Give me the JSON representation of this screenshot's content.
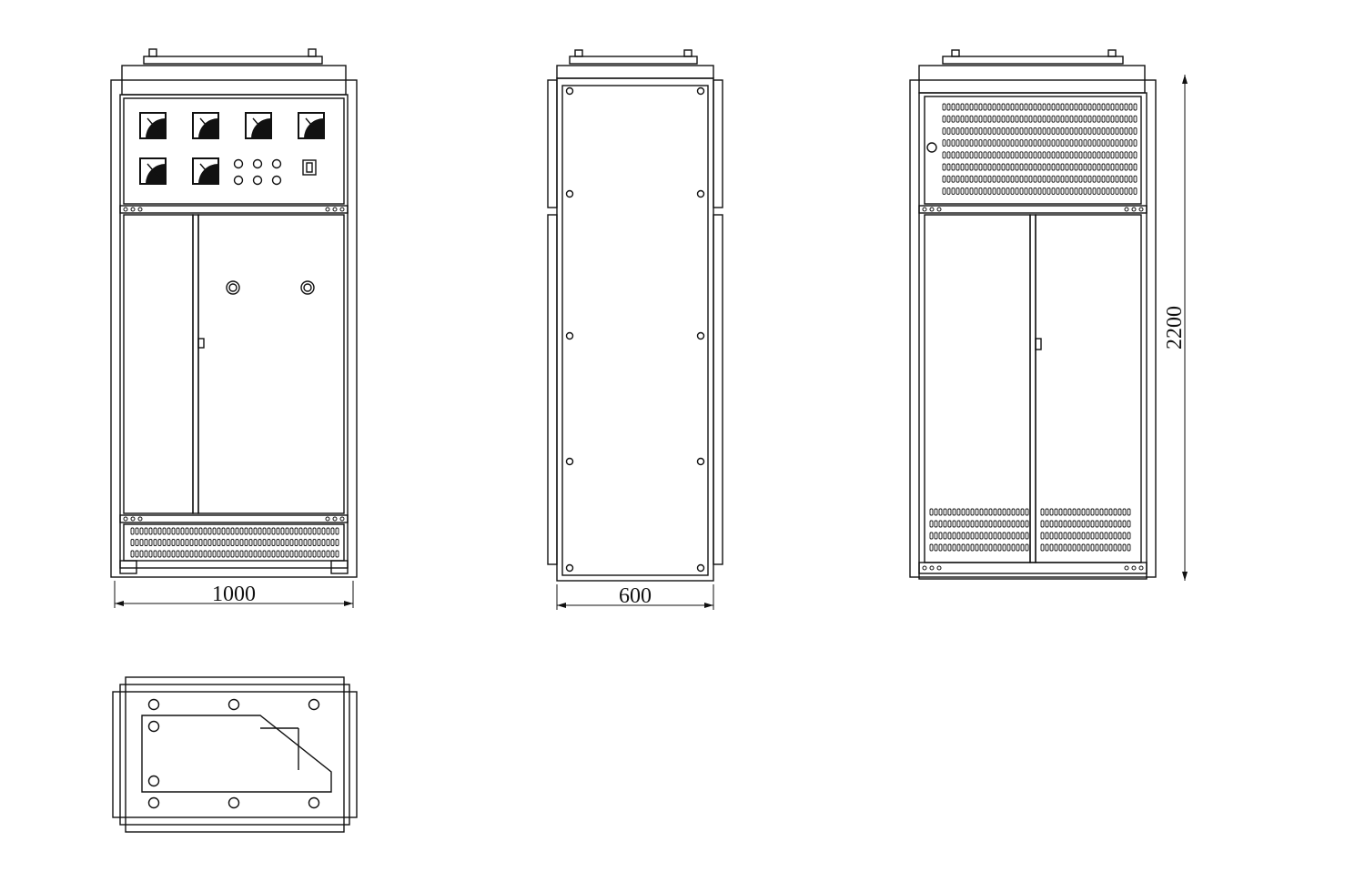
{
  "drawing": {
    "views": [
      "front-view",
      "side-view",
      "rear-view",
      "top-view"
    ],
    "dimensions": {
      "front_width": "1000",
      "side_depth": "600",
      "height": "2200"
    },
    "colors": {
      "line": "#111111",
      "background": "#ffffff"
    },
    "front_view": {
      "meter_count": 6,
      "indicator_lamp_count": 6,
      "door_handle_count": 2
    },
    "vent_slots": {
      "front_bottom_rows": 3,
      "rear_top_rows": 8,
      "rear_bottom_rows_per_door": 4
    }
  }
}
